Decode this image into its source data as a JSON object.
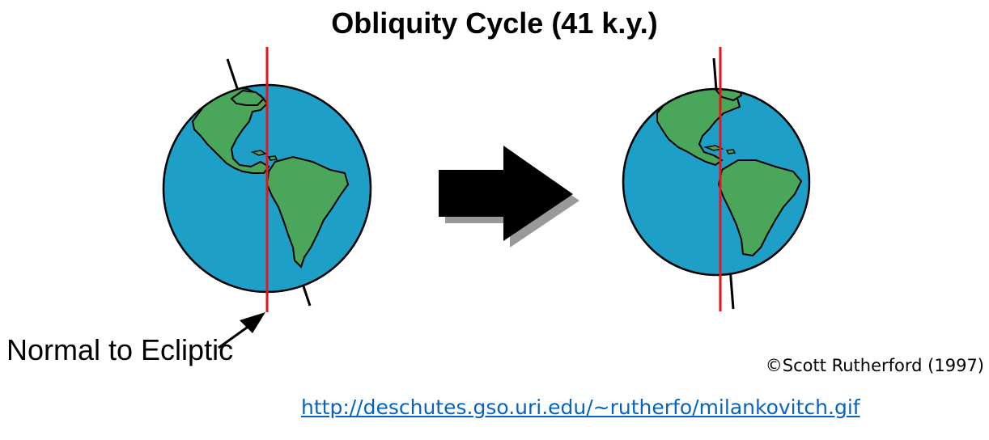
{
  "title": "Obliquity Cycle (41 k.y.)",
  "annotation": {
    "normal_label": "Normal to Ecliptic"
  },
  "credit": "©Scott Rutherford (1997)",
  "source_link": "http://deschutes.gso.uri.edu/~rutherfo/milankovitch.gif",
  "colors": {
    "ocean": "#1e9fc7",
    "land": "#4aa65a",
    "normal_line": "#e8141c",
    "arrow": "#000000",
    "arrow_shadow": "#999999",
    "link": "#0563c1"
  },
  "icons": [
    "earth-globe-icon",
    "right-arrow-icon"
  ]
}
